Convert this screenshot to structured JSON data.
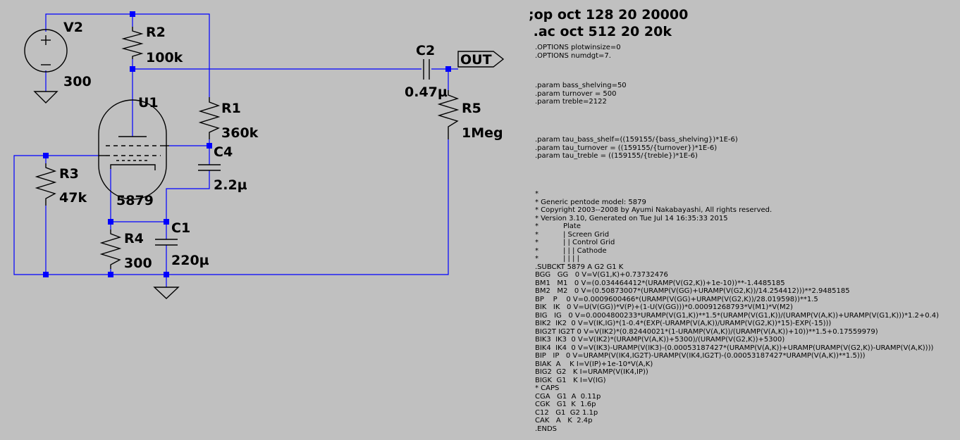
{
  "components": {
    "V2": {
      "name": "V2",
      "value": "300"
    },
    "R2": {
      "name": "R2",
      "value": "100k"
    },
    "R1": {
      "name": "R1",
      "value": "360k"
    },
    "C4": {
      "name": "C4",
      "value": "2.2µ"
    },
    "U1": {
      "name": "U1",
      "value": "5879"
    },
    "R3": {
      "name": "R3",
      "value": "47k"
    },
    "R4": {
      "name": "R4",
      "value": "300"
    },
    "C1": {
      "name": "C1",
      "value": "220µ"
    },
    "C2": {
      "name": "C2",
      "value": "0.47µ"
    },
    "R5": {
      "name": "R5",
      "value": "1Meg"
    }
  },
  "net_labels": {
    "out": "OUT"
  },
  "directives": {
    "op": ";op oct 128 20 20000",
    "ac": " .ac oct 512 20 20k",
    "options": ".OPTIONS plotwinsize=0\n.OPTIONS numdgt=7.",
    "params1": ".param bass_shelving=50\n.param turnover = 500\n.param treble=2122",
    "params2": ".param tau_bass_shelf=((159155/{bass_shelving})*1E-6)\n.param tau_turnover = ((159155/{turnover})*1E-6)\n.param tau_treble = ((159155/{treble})*1E-6)",
    "netlist": "*\n* Generic pentode model: 5879\n* Copyright 2003--2008 by Ayumi Nakabayashi, All rights reserved.\n* Version 3.10, Generated on Tue Jul 14 16:35:33 2015\n*           Plate\n*           | Screen Grid\n*           | | Control Grid\n*           | | | Cathode\n*           | | | |\n.SUBCKT 5879 A G2 G1 K\nBGG   GG   0 V=V(G1,K)+0.73732476\nBM1   M1   0 V=(0.034464412*(URAMP(V(G2,K))+1e-10))**-1.4485185\nBM2   M2   0 V=(0.50873007*(URAMP(V(GG)+URAMP(V(G2,K))/14.254412)))**2.9485185\nBP    P    0 V=0.0009600466*(URAMP(V(GG)+URAMP(V(G2,K))/28.019598))**1.5\nBIK   IK   0 V=U(V(GG))*V(P)+(1-U(V(GG)))*0.00091268793*V(M1)*V(M2)\nBIG   IG   0 V=0.0004800233*URAMP(V(G1,K))**1.5*(URAMP(V(G1,K))/(URAMP(V(A,K))+URAMP(V(G1,K)))*1.2+0.4)\nBIK2  IK2  0 V=V(IK,IG)*(1-0.4*(EXP(-URAMP(V(A,K))/URAMP(V(G2,K))*15)-EXP(-15)))\nBIG2T IG2T 0 V=V(IK2)*(0.82440021*(1-URAMP(V(A,K))/(URAMP(V(A,K))+10))**1.5+0.17559979)\nBIK3  IK3  0 V=V(IK2)*(URAMP(V(A,K))+5300)/(URAMP(V(G2,K))+5300)\nBIK4  IK4  0 V=V(IK3)-URAMP(V(IK3)-(0.00053187427*(URAMP(V(A,K))+URAMP(URAMP(V(G2,K))-URAMP(V(A,K))))\nBIP   IP   0 V=URAMP(V(IK4,IG2T)-URAMP(V(IK4,IG2T)-(0.00053187427*URAMP(V(A,K))**1.5)))\nBIAK  A    K I=V(IP)+1e-10*V(A,K)\nBIG2  G2   K I=URAMP(V(IK4,IP))\nBIGK  G1   K I=V(IG)\n* CAPS\nCGA   G1  A  0.11p\nCGK   G1  K  1.6p\nC12   G1  G2 1.1p\nCAK   A   K  2.4p\n.ENDS"
  }
}
